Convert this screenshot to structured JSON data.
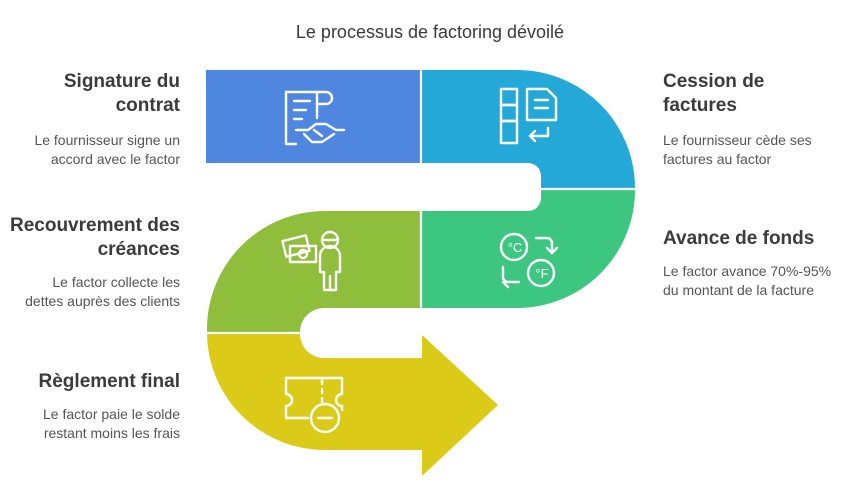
{
  "title": "Le processus de factoring dévoilé",
  "colors": {
    "step1": "#4f86e0",
    "step2": "#23a8d8",
    "step3": "#3cc680",
    "step4": "#8fbd3c",
    "step5": "#dcca18",
    "icon": "#ffffff"
  },
  "steps": [
    {
      "title_lines": [
        "Signature du",
        "contrat"
      ],
      "desc_lines": [
        "Le fournisseur signe un",
        "accord avec le factor"
      ],
      "icon": "contract-handshake-icon"
    },
    {
      "title_lines": [
        "Cession de",
        "factures"
      ],
      "desc_lines": [
        "Le fournisseur cède ses",
        "factures au factor"
      ],
      "icon": "document-transfer-icon"
    },
    {
      "title_lines": [
        "Avance de fonds"
      ],
      "desc_lines": [
        "Le factor avance 70%-95%",
        "du montant de la facture"
      ],
      "icon": "currency-exchange-icon"
    },
    {
      "title_lines": [
        "Recouvrement des",
        "créances"
      ],
      "desc_lines": [
        "Le factor collecte les",
        "dettes auprès des clients"
      ],
      "icon": "collector-money-icon"
    },
    {
      "title_lines": [
        "Règlement final"
      ],
      "desc_lines": [
        "Le factor paie le solde",
        "restant moins les frais"
      ],
      "icon": "ticket-minus-icon"
    }
  ]
}
